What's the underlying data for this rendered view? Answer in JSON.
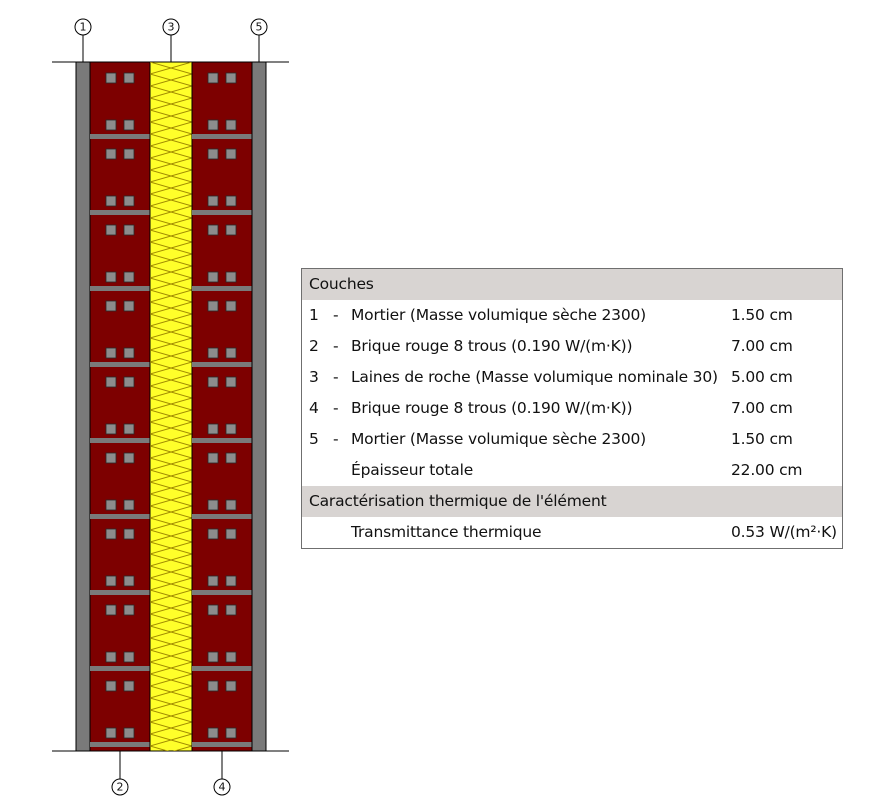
{
  "diagram": {
    "top_labels": [
      "1",
      "3",
      "5"
    ],
    "bottom_labels": [
      "2",
      "4"
    ],
    "colors": {
      "mortar": "#7a7a7a",
      "brick": "#7d0000",
      "brick_hole": "#8c8c8c",
      "insulation": "#ffff2a",
      "insulation_stroke": "#a08a00"
    }
  },
  "table": {
    "layers_title": "Couches",
    "layers": [
      {
        "num": "1",
        "dash": "-",
        "name": "Mortier (Masse volumique sèche 2300)",
        "thickness": "1.50 cm"
      },
      {
        "num": "2",
        "dash": "-",
        "name": "Brique rouge 8 trous (0.190 W/(m·K))",
        "thickness": "7.00 cm"
      },
      {
        "num": "3",
        "dash": "-",
        "name": "Laines de roche (Masse volumique nominale 30)",
        "thickness": "5.00 cm"
      },
      {
        "num": "4",
        "dash": "-",
        "name": "Brique rouge 8 trous (0.190 W/(m·K))",
        "thickness": "7.00 cm"
      },
      {
        "num": "5",
        "dash": "-",
        "name": "Mortier (Masse volumique sèche 2300)",
        "thickness": "1.50 cm"
      }
    ],
    "total_label": "Épaisseur totale",
    "total_value": "22.00 cm",
    "thermal_title": "Caractérisation thermique de l'élément",
    "transmittance_label": "Transmittance thermique",
    "transmittance_value": "0.53 W/(m²·K)"
  }
}
